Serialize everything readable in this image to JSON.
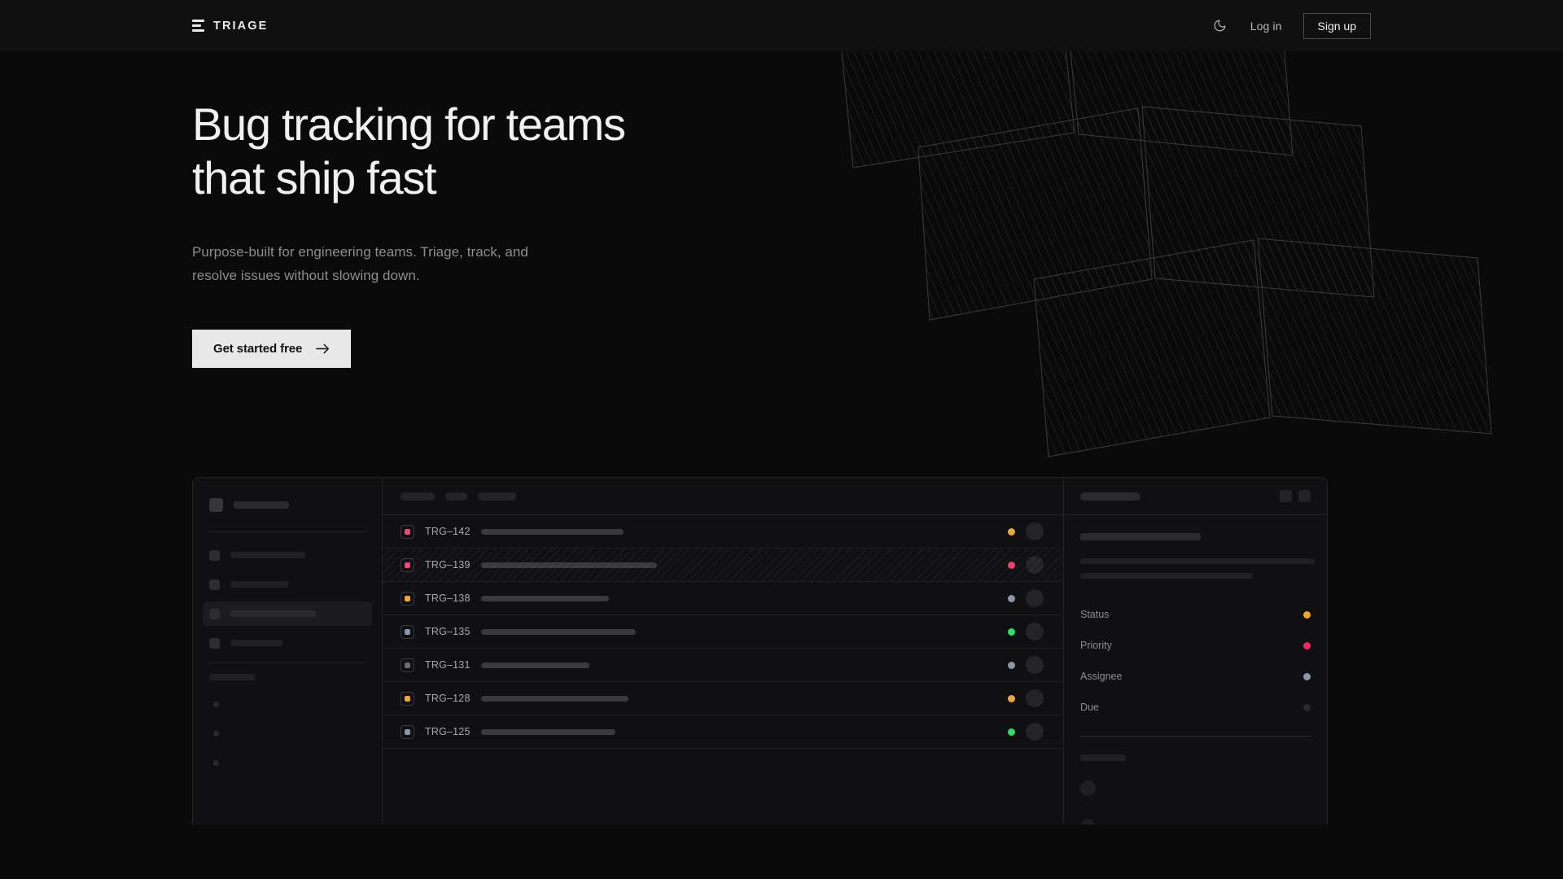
{
  "nav": {
    "brand": "TRIAGE",
    "brand_icon": "triage-bars-icon",
    "theme_toggle_icon": "moon-icon",
    "login_label": "Log in",
    "signup_label": "Sign up"
  },
  "hero": {
    "headline": "Bug tracking for teams\nthat ship fast",
    "subhead": "Purpose-built for engineering teams. Triage, track, and\nresolve issues without slowing down.",
    "cta_label": "Get started free",
    "cta_icon": "arrow-right-icon",
    "cta_bg": "#e8e8e8",
    "cta_fg": "#121212"
  },
  "decoration": {
    "name": "hatched-panels-graphic",
    "stroke": "#3a3a3d"
  },
  "app_preview": {
    "sidebar": {
      "workspace_name_width": 68,
      "nav_item_widths": [
        92,
        72,
        105,
        64
      ],
      "active_index": 2,
      "section_label_width": 56,
      "dot_count": 3
    },
    "toolbar": {
      "pill_widths": [
        42,
        27,
        47
      ]
    },
    "list": {
      "rows": [
        {
          "id": "TRG–142",
          "badge_color": "#f04770",
          "title_width": 175,
          "status_dot": "#eda63b",
          "selected": false
        },
        {
          "id": "TRG–139",
          "badge_color": "#f04770",
          "title_width": 216,
          "status_dot": "#ef3f68",
          "selected": true
        },
        {
          "id": "TRG–138",
          "badge_color": "#f5a623",
          "title_width": 157,
          "status_dot": "#8b96ab",
          "selected": false
        },
        {
          "id": "TRG–135",
          "badge_color": "#8b96ab",
          "title_width": 190,
          "status_dot": "#2ee06a",
          "selected": false
        },
        {
          "id": "TRG–131",
          "badge_color": "#6b6b6f",
          "title_width": 133,
          "status_dot": "#8b96ab",
          "selected": false
        },
        {
          "id": "TRG–128",
          "badge_color": "#f5a623",
          "title_width": 181,
          "status_dot": "#eda63b",
          "selected": false
        },
        {
          "id": "TRG–125",
          "badge_color": "#8b96ab",
          "title_width": 165,
          "status_dot": "#2ee06a",
          "selected": false
        }
      ]
    },
    "detail": {
      "header_title_width": 74,
      "header_buttons": 2,
      "title_line_width": 148,
      "desc_line_widths": [
        288,
        212
      ],
      "meta": [
        {
          "label": "Status",
          "dot": "#f5a623"
        },
        {
          "label": "Priority",
          "dot": "#f0295f"
        },
        {
          "label": "Assignee",
          "dot": "#8b96ab"
        },
        {
          "label": "Due",
          "dot": "#2a2a2d"
        }
      ],
      "activity_label_width": 56,
      "avatar_count": 2
    }
  },
  "theme": {
    "page_bg": "#0a0a0a",
    "nav_bg": "#101011",
    "panel_bg": "#101012",
    "border": "#242427",
    "text_primary": "#f1f1f1",
    "text_muted": "#8d8d8e"
  }
}
